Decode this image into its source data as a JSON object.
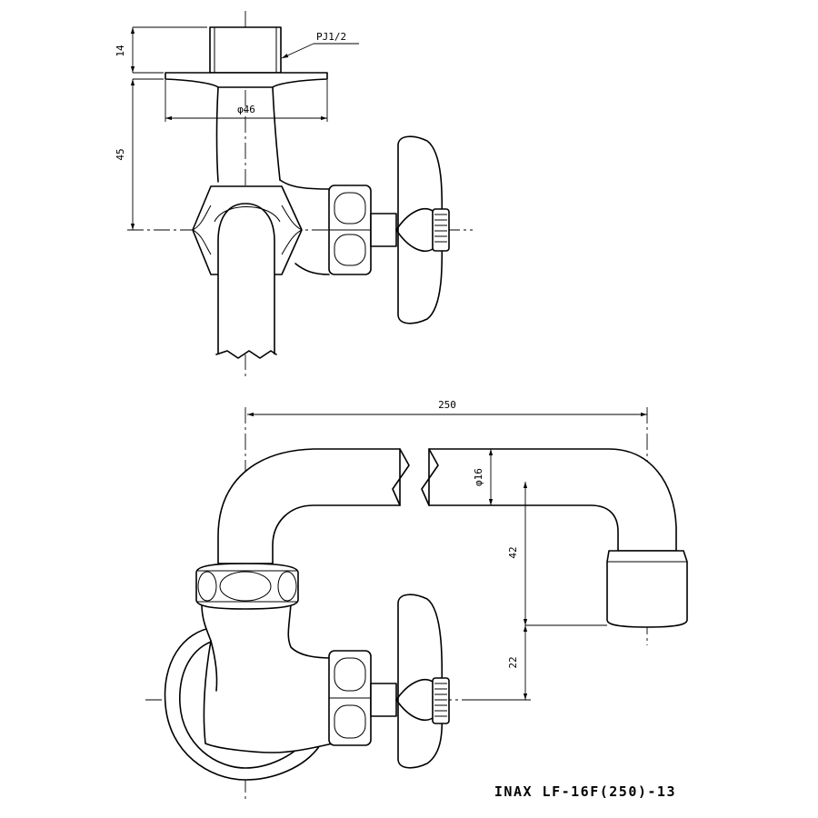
{
  "drawing": {
    "model_label": "INAX LF-16F(250)-13",
    "thread_callout": "PJ1/2",
    "top_view": {
      "dim_height_14": "14",
      "dim_height_45": "45",
      "dim_flange_diameter": "φ46"
    },
    "front_view": {
      "dim_spout_length": "250",
      "dim_spout_diameter": "φ16",
      "dim_drop_42": "42",
      "dim_drop_22": "22"
    }
  }
}
